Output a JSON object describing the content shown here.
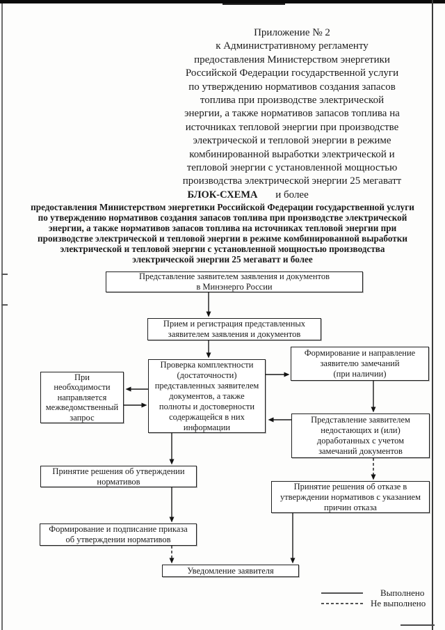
{
  "header": {
    "text": "Приложение № 2\nк Административному регламенту\nпредоставления Министерством энергетики\nРоссийской Федерации государственной услуги\nпо утверждению нормативов создания запасов\nтоплива при производстве электрической\nэнергии, а также нормативов запасов топлива на\nисточниках тепловой энергии при производстве\nэлектрической и тепловой энергии в режиме\nкомбинированной выработки электрической и\nтепловой энергии с установленной мощностью\nпроизводства электрической энергии 25 мегаватт\nи более"
  },
  "schema_title": {
    "heading": "БЛОК-СХЕМА",
    "body": "предоставления Министерством энергетики Российской Федерации государственной услуги\nпо утверждению нормативов создания запасов топлива при производстве электрической\nэнергии, а также нормативов запасов топлива на источниках тепловой энергии при\nпроизводстве электрической и тепловой энергии в режиме комбинированной выработки\nэлектрической и тепловой энергии с установленной мощностью производства\nэлектрической энергии 25 мегаватт и более"
  },
  "flow": {
    "submit": "Представление заявителем заявления и документов\nв Минэнерго России",
    "intake": "Прием и регистрация представленных\nзаявителем заявления и документов",
    "check": "Проверка комплектности\n(достаточности)\nпредставленных заявителем\nдокументов, а также\nполноты и достоверности\nсодержащейся в них\nинформации",
    "interagency": "При\nнеобходимости\nнаправляется\nмежведомственный\nзапрос",
    "remarks": "Формирование и направление\nзаявителю замечаний\n(при наличии)",
    "resubmit": "Представление заявителем\nнедостающих и (или)\nдоработанных с учетом\nзамечаний документов",
    "approve_decision": "Принятие решения об утверждении\nнормативов",
    "refuse_decision": "Принятие решения об отказе в\nутверждении нормативов с указанием\nпричин отказа",
    "order": "Формирование и подписание приказа\nоб утверждении нормативов",
    "notify": "Уведомление заявителя"
  },
  "legend": {
    "done": "Выполнено",
    "not_done": "Не выполнено",
    "line_color": "#181818"
  }
}
